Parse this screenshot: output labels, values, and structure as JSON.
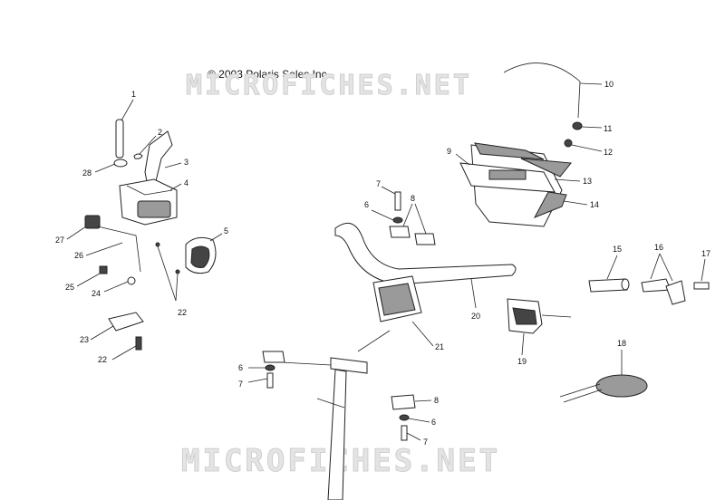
{
  "copyright": "© 2003 Polaris Sales Inc.",
  "watermark_top": "MICROFICHES.NET",
  "watermark_bottom": "MICROFICHES.NET",
  "callouts": {
    "c1": "1",
    "c2": "2",
    "c3": "3",
    "c4": "4",
    "c5": "5",
    "c6a": "6",
    "c6b": "6",
    "c6c": "6",
    "c7a": "7",
    "c7b": "7",
    "c7c": "7",
    "c8a": "8",
    "c8b": "8",
    "c9": "9",
    "c10": "10",
    "c11": "11",
    "c12": "12",
    "c13": "13",
    "c14": "14",
    "c15": "15",
    "c16": "16",
    "c17": "17",
    "c18": "18",
    "c19": "19",
    "c20": "20",
    "c21": "21",
    "c22a": "22",
    "c22b": "22",
    "c23": "23",
    "c24": "24",
    "c25": "25",
    "c26": "26",
    "c27": "27",
    "c28": "28"
  }
}
